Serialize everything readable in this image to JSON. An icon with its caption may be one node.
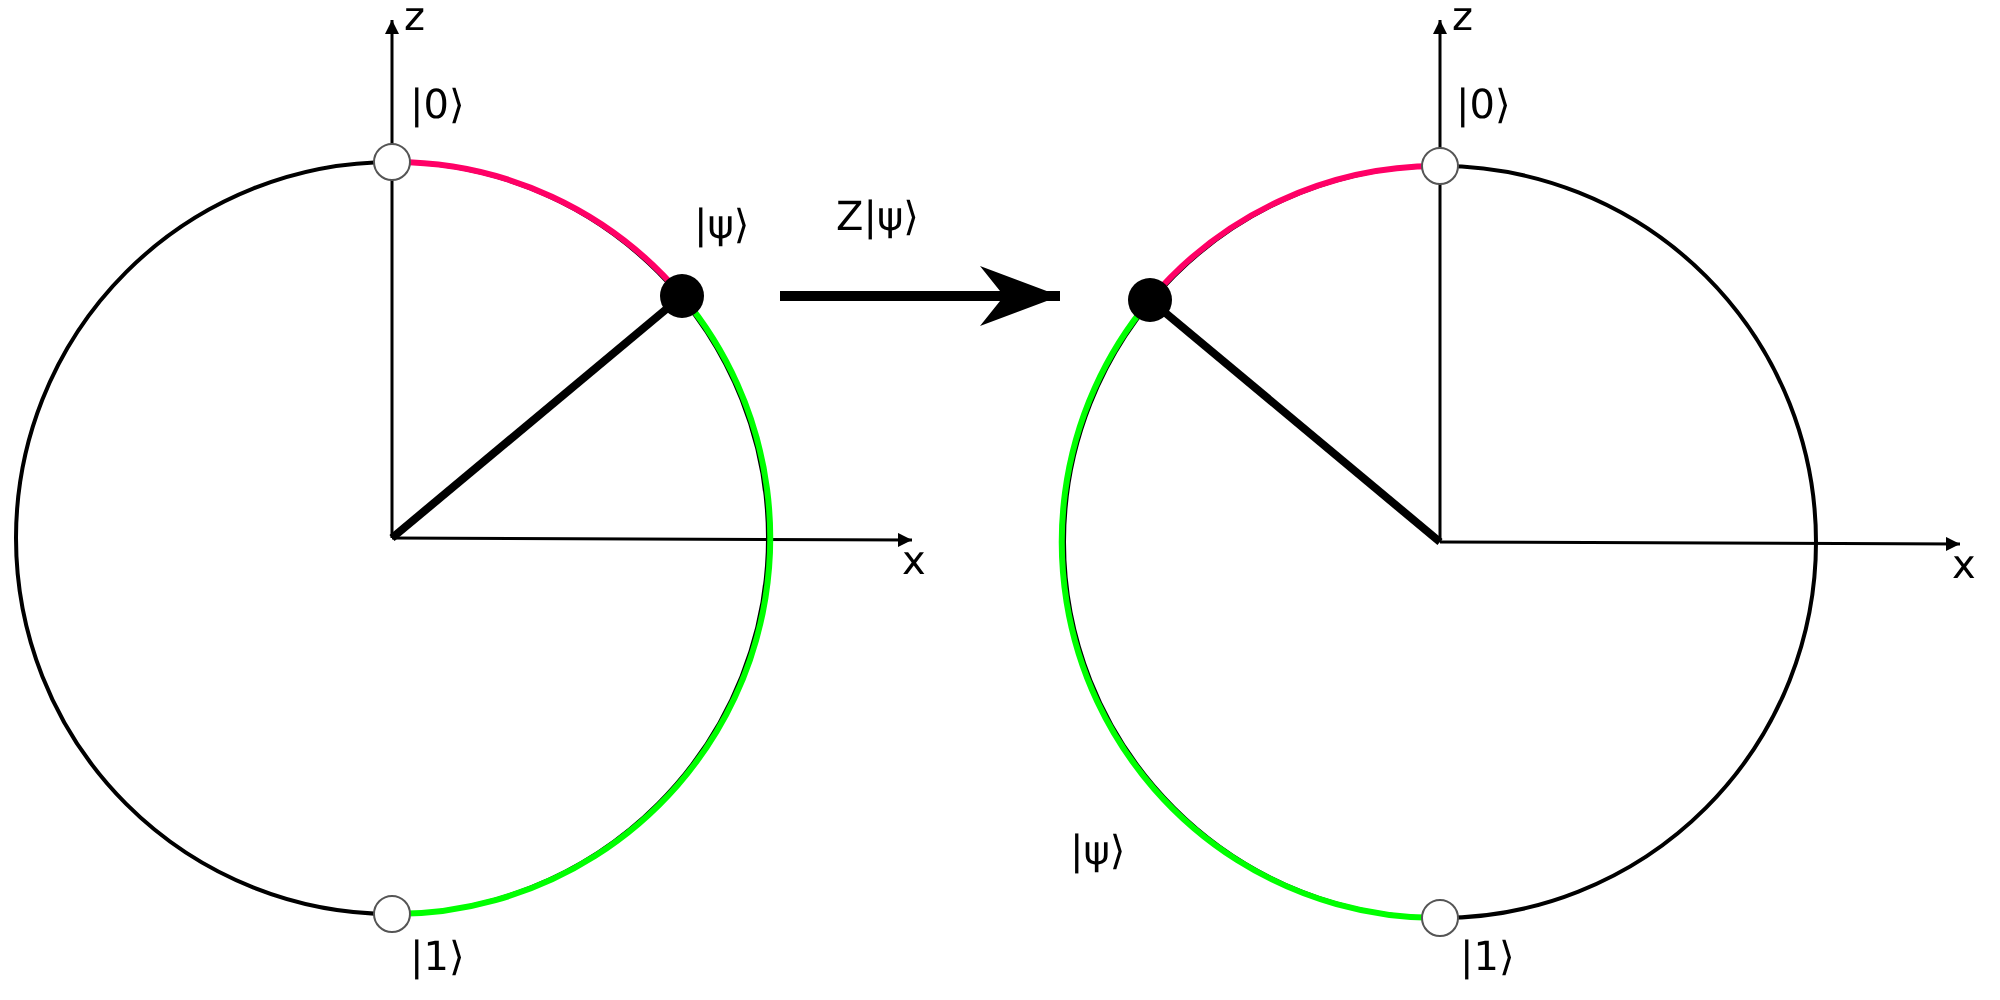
{
  "diagram": {
    "nodes": [
      {
        "text": [],
        "shape": "circle"
      },
      {
        "text": [],
        "shape": "circle"
      }
    ],
    "edges": [
      {
        "from": 0,
        "to": 1,
        "arrow": "to",
        "label": "Z|ψ⟩"
      }
    ],
    "labels": [
      "z",
      "|0⟩",
      "|ψ⟩",
      "x",
      "|1⟩",
      "z",
      "|0⟩",
      "x",
      "|ψ⟩",
      "|1⟩"
    ]
  }
}
